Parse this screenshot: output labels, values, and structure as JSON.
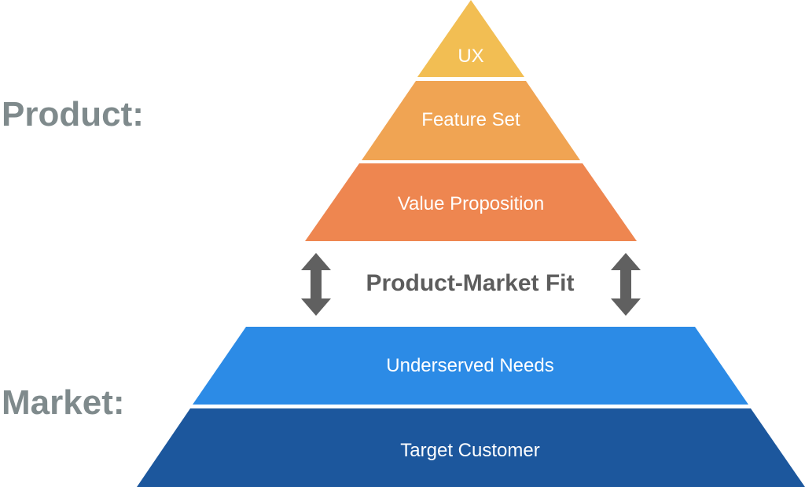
{
  "labels": {
    "product": "Product:",
    "market": "Market:",
    "fit": "Product-Market Fit"
  },
  "product_tiers": [
    {
      "label": "UX",
      "color": "#f2be53"
    },
    {
      "label": "Feature Set",
      "color": "#f0a453"
    },
    {
      "label": "Value Proposition",
      "color": "#ee8650"
    }
  ],
  "market_tiers": [
    {
      "label": "Underserved Needs",
      "color": "#2c8be6"
    },
    {
      "label": "Target Customer",
      "color": "#1c579d"
    }
  ],
  "colors": {
    "side_label": "#7f8a8c",
    "fit_label": "#5d5d5d",
    "arrow": "#606060",
    "tier_text": "#ffffff"
  },
  "icons": {
    "left_arrow": "double-headed-vertical-arrow",
    "right_arrow": "double-headed-vertical-arrow"
  }
}
